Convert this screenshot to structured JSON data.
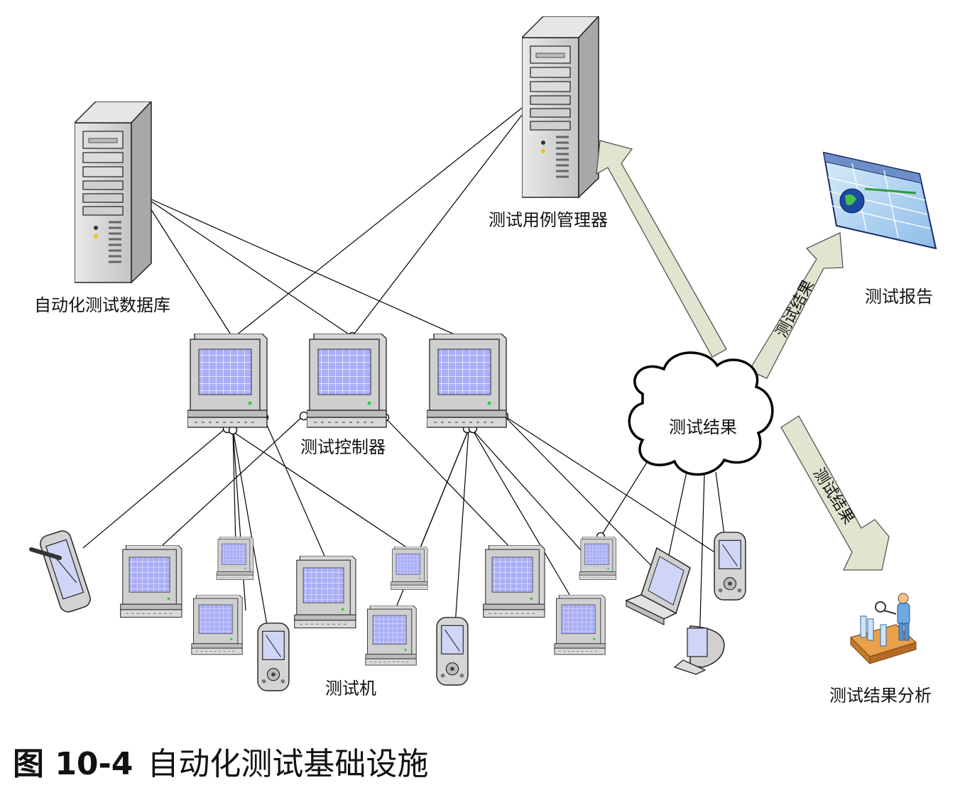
{
  "labels": {
    "db": "自动化测试数据库",
    "case_mgr": "测试用例管理器",
    "report": "测试报告",
    "controller": "测试控制器",
    "cloud": "测试结果",
    "test_machine": "测试机",
    "analysis": "测试结果分析",
    "arrow_up": "测试结果",
    "arrow_down": "测试结果"
  },
  "caption": {
    "number": "图 10-4",
    "title": "自动化测试基础设施"
  },
  "colors": {
    "screen": "#a9aef7",
    "tower": "#c9c9c9",
    "arrow_fill": "#dfe5cf",
    "line": "#000000"
  }
}
